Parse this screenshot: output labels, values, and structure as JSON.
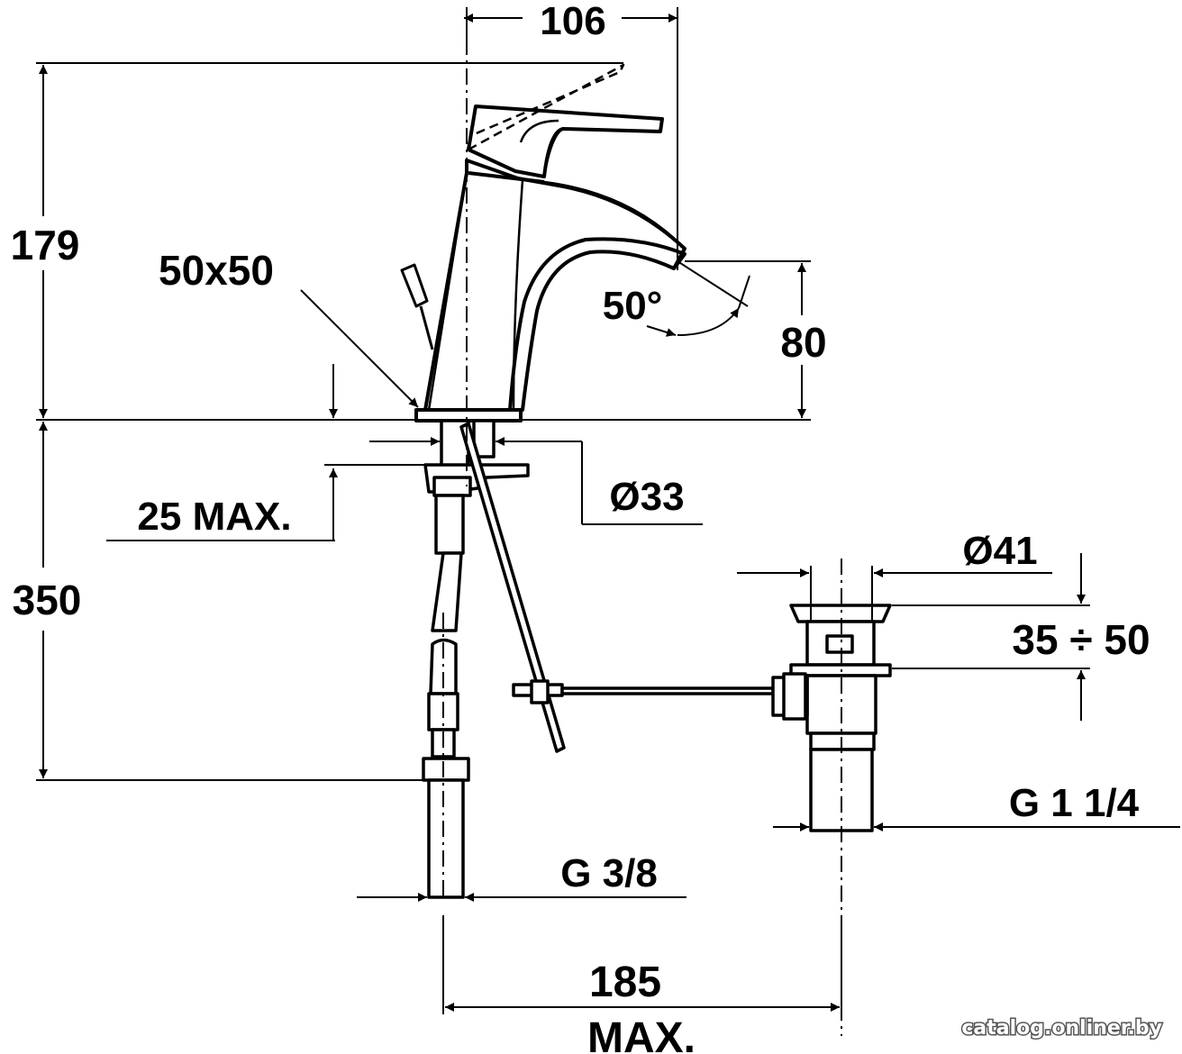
{
  "dimensions": {
    "d_106": "106",
    "d_179": "179",
    "d_50x50": "50x50",
    "d_50deg": "50°",
    "d_80": "80",
    "d_25max": "25 MAX.",
    "d_33": "Ø33",
    "d_350": "350",
    "d_41": "Ø41",
    "d_35_50": "35 ÷ 50",
    "d_g114": "G 1 1/4",
    "d_g38": "G 3/8",
    "d_185": "185",
    "d_max": "MAX."
  },
  "watermark": "catalog.onliner.by",
  "colors": {
    "line": "#000000",
    "background": "#ffffff"
  }
}
